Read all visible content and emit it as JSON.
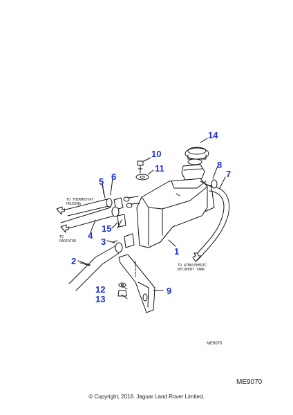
{
  "callouts": {
    "c1": "1",
    "c2": "2",
    "c3": "3",
    "c4": "4",
    "c5": "5",
    "c6": "6",
    "c7": "7",
    "c8": "8",
    "c9": "9",
    "c10": "10",
    "c11": "11",
    "c12": "12",
    "c13": "13",
    "c14": "14",
    "c15": "15"
  },
  "notes": {
    "thermostat_line1": "TO THERMOSTAT",
    "thermostat_line2": "HOUSING",
    "radiator_line1": "TO",
    "radiator_line2": "RADIATOR",
    "recovery_line1": "TO ATMOSPHERIC",
    "recovery_line2": "RECOVERY TANK"
  },
  "reference_small": "ME9070",
  "reference_large": "ME9070",
  "copyright": "© Copyright, 2016. Jaguar Land Rover Limited.",
  "colors": {
    "callout": "#1a2fd6",
    "line": "#111111"
  }
}
